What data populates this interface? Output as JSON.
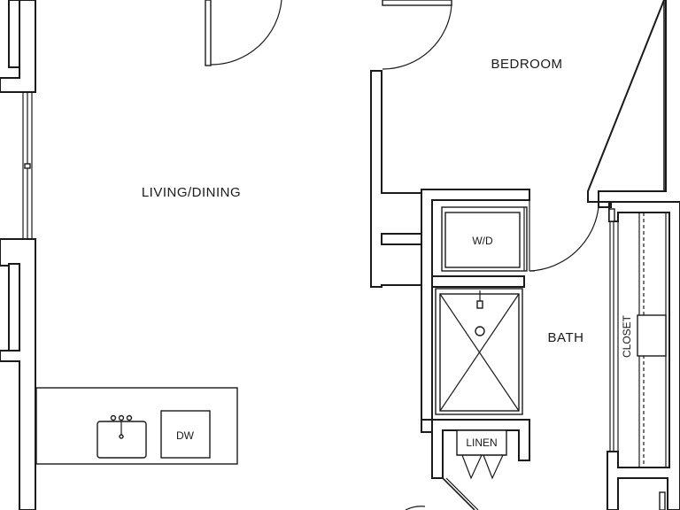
{
  "rooms": {
    "bedroom": "BEDROOM",
    "living_dining": "LIVING/DINING",
    "bath": "BATH",
    "closet": "CLOSET"
  },
  "fixtures": {
    "washer_dryer": "W/D",
    "dishwasher": "DW",
    "linen": "LINEN"
  },
  "colors": {
    "line": "#1a1a1a",
    "background": "#ffffff"
  }
}
